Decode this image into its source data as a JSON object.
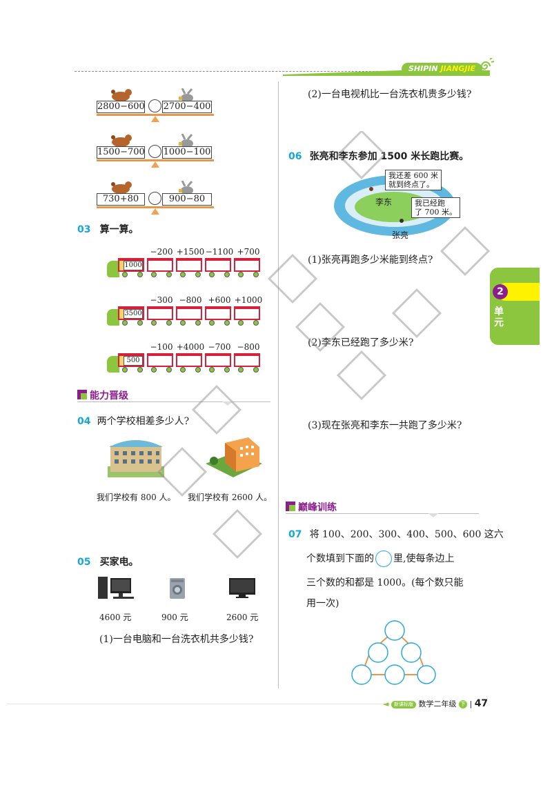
{
  "header": {
    "brand_part1": "SHIPIN",
    "brand_part2": "JIANGJIE"
  },
  "scales": [
    {
      "left": "2800−600",
      "right": "2700−400"
    },
    {
      "left": "1500−700",
      "right": "1000−100"
    },
    {
      "left": "730+80",
      "right": "900−80"
    }
  ],
  "q03": {
    "num": "03",
    "title": "算一算。",
    "trains": [
      {
        "start": "1000",
        "ops": [
          "−200",
          "+1500",
          "−1100",
          "+700"
        ]
      },
      {
        "start": "3500",
        "ops": [
          "−300",
          "−800",
          "+600",
          "+1000"
        ]
      },
      {
        "start": "500",
        "ops": [
          "−100",
          "+4000",
          "−700",
          "−800"
        ]
      }
    ]
  },
  "section_ability": "能力晋级",
  "q04": {
    "num": "04",
    "title": "两个学校相差多少人?",
    "school_a": "我们学校有 800 人。",
    "school_b": "我们学校有 2600 人。"
  },
  "q05": {
    "num": "05",
    "title": "买家电。",
    "items": [
      {
        "icon": "computer-icon",
        "price": "4600 元"
      },
      {
        "icon": "washing-machine-icon",
        "price": "900 元"
      },
      {
        "icon": "tv-icon",
        "price": "2600 元"
      }
    ],
    "sub1": "(1)一台电脑和一台洗衣机共多少钱?",
    "sub2": "(2)一台电视机比一台洗衣机贵多少钱?"
  },
  "q06": {
    "num": "06",
    "title": "张亮和李东参加 1500 米长跑比赛。",
    "bubble1_line1": "我还差 600 米",
    "bubble1_line2": "就到终点了。",
    "bubble2_line1": "我已经跑",
    "bubble2_line2": "了 700 米。",
    "name_li": "李东",
    "name_zhang": "张亮",
    "sub1": "(1)张亮再跑多少米能到终点?",
    "sub2": "(2)李东已经跑了多少米?",
    "sub3": "(3)现在张亮和李东一共跑了多少米?"
  },
  "unit_tab": {
    "number": "2",
    "label": "单元"
  },
  "section_peak": "巅峰训练",
  "q07": {
    "num": "07",
    "line1": "将 100、200、300、400、500、600 这六",
    "line2a": "个数填到下面的",
    "line2b": "里,使每条边上",
    "line3": "三个数的和都是 1000。(每个数只能",
    "line4": "用一次)"
  },
  "footer": {
    "pill": "新课标版",
    "subject": "数学二年级",
    "term": "下",
    "page": "47"
  },
  "colors": {
    "accent_green": "#8cc63f",
    "cyan": "#17a6d8",
    "purple": "#8b1e8c",
    "red": "#d7213a"
  }
}
